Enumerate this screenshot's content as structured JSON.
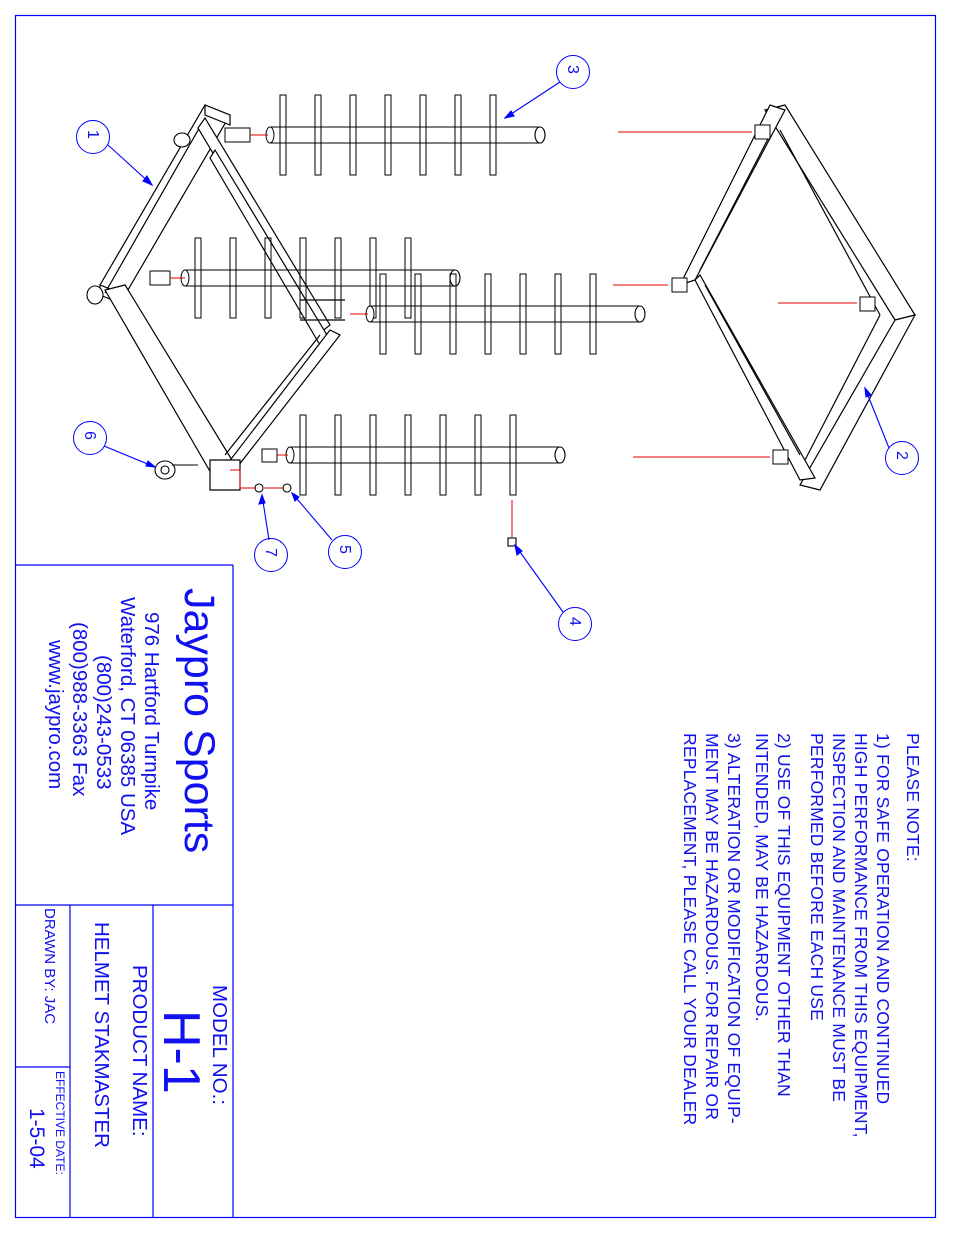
{
  "callouts": [
    "1",
    "2",
    "3",
    "4",
    "5",
    "6",
    "7"
  ],
  "notes": {
    "heading": "PLEASE NOTE:",
    "lines": [
      "1) FOR SAFE OPERATION AND CONTINUED",
      "    HIGH PERFORMANCE FROM THIS EQUIPMENT,",
      "    INSPECTION AND MAINTENANCE MUST BE",
      "    PERFORMED BEFORE EACH USE",
      "2) USE OF THIS EQUIPMENT OTHER THAN",
      "    INTENDED, MAY BE HAZARDOUS.",
      "3) ALTERATION OR MODIFICATION OF EQUIP-",
      "    MENT MAY BE HAZARDOUS.  FOR REPAIR OR",
      "    REPLACEMENT, PLEASE CALL YOUR DEALER"
    ]
  },
  "company": {
    "name": "Jaypro Sports",
    "address1": "976 Hartford Turnpike",
    "address2": "Waterford, CT 06385 USA",
    "phone": "(800)243-0533",
    "fax": "(800)988-3363 Fax",
    "web": "www.jaypro.com"
  },
  "title_block": {
    "model_label": "MODEL NO.:",
    "model": "H-1",
    "product_label": "PRODUCT NAME:",
    "product": "HELMET STAKMASTER",
    "drawn_by": "DRAWN BY: JAC",
    "effective_label": "EFFECTIVE DATE:",
    "effective_date": "1-5-04"
  },
  "colors": {
    "line": "#0000ff",
    "leader": "#e00000",
    "drawing": "#000000"
  }
}
